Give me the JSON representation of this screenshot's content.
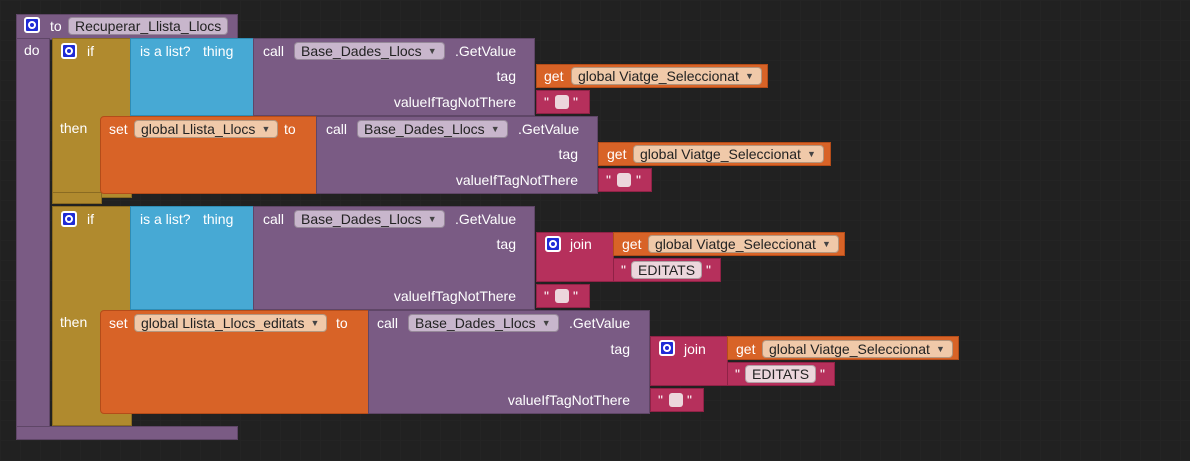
{
  "procedure": {
    "to_label": "to",
    "name": "Recuperar_Llista_Llocs",
    "do_label": "do"
  },
  "labels": {
    "if": "if",
    "then": "then",
    "is_a_list": "is a list?",
    "thing": "thing",
    "call": "call",
    "get_value": ".GetValue",
    "tag": "tag",
    "value_if_tag_not_there": "valueIfTagNotThere",
    "get": "get",
    "set": "set",
    "to": "to",
    "join": "join",
    "quote": "\""
  },
  "component": "Base_Dades_Llocs",
  "variables": {
    "viatge": "global Viatge_Seleccionat",
    "llista": "global Llista_Llocs",
    "llista_editats": "global Llista_Llocs_editats"
  },
  "strings": {
    "editats": "EDITATS"
  },
  "colors": {
    "procedure": "#7a5b84",
    "control": "#b08a2e",
    "logic": "#47a9d4",
    "variable": "#d86327",
    "text": "#b6305c",
    "mutator": "#1f2bd6"
  },
  "icons": {
    "mutator": "gear-icon",
    "dropdown": "triangle-down-icon"
  }
}
